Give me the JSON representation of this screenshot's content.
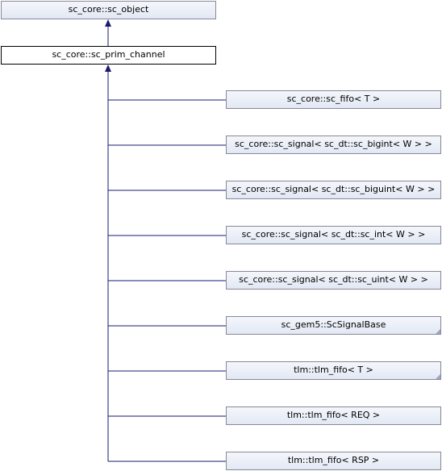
{
  "diagram": {
    "nodes": {
      "sc_object": {
        "label": "sc_core::sc_object"
      },
      "sc_prim_channel": {
        "label": "sc_core::sc_prim_channel"
      },
      "children": [
        {
          "label": "sc_core::sc_fifo< T >",
          "truncated": false
        },
        {
          "label": "sc_core::sc_signal< sc_dt::sc_bigint< W > >",
          "truncated": false
        },
        {
          "label": "sc_core::sc_signal< sc_dt::sc_biguint< W > >",
          "truncated": false
        },
        {
          "label": "sc_core::sc_signal< sc_dt::sc_int< W > >",
          "truncated": false
        },
        {
          "label": "sc_core::sc_signal< sc_dt::sc_uint< W > >",
          "truncated": false
        },
        {
          "label": "sc_gem5::ScSignalBase",
          "truncated": true
        },
        {
          "label": "tlm::tlm_fifo< T >",
          "truncated": true
        },
        {
          "label": "tlm::tlm_fifo< REQ >",
          "truncated": false
        },
        {
          "label": "tlm::tlm_fifo< RSP >",
          "truncated": false
        }
      ]
    },
    "colors": {
      "edge": "#191970",
      "border": "#888899",
      "current_border": "#000000"
    }
  }
}
